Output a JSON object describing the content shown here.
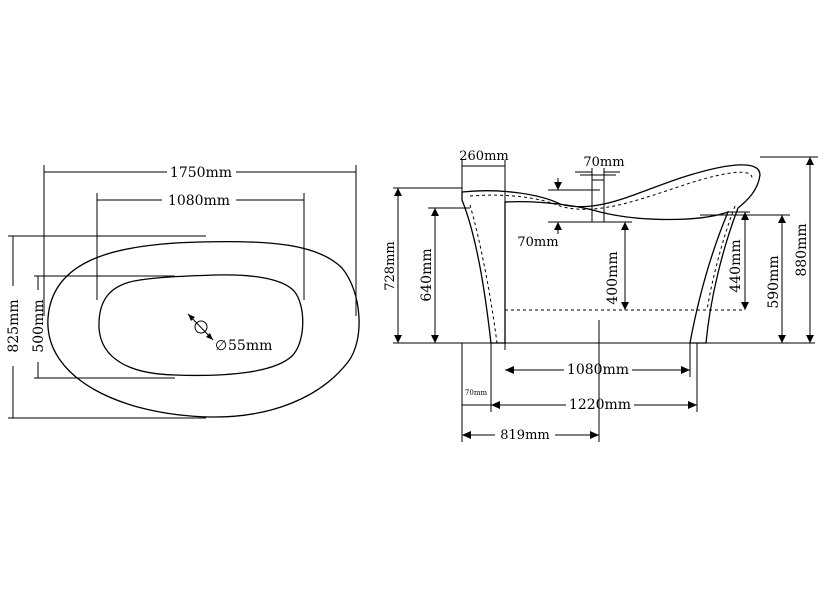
{
  "top_view": {
    "overall_length": "1750mm",
    "inner_length": "1080mm",
    "overall_width": "825mm",
    "inner_width": "500mm",
    "drain": "55mm"
  },
  "side_view": {
    "rim_offset": "260mm",
    "faucet_width": "70mm",
    "faucet_depth": "70mm",
    "rim_height": "728mm",
    "low_rim_height": "640mm",
    "water_depth": "400mm",
    "inner_depth": "440mm",
    "back_height": "590mm",
    "total_height": "880mm",
    "inner_base_length": "1080mm",
    "small_offset": "70mm",
    "base_length": "1220mm",
    "drain_offset": "819mm"
  }
}
